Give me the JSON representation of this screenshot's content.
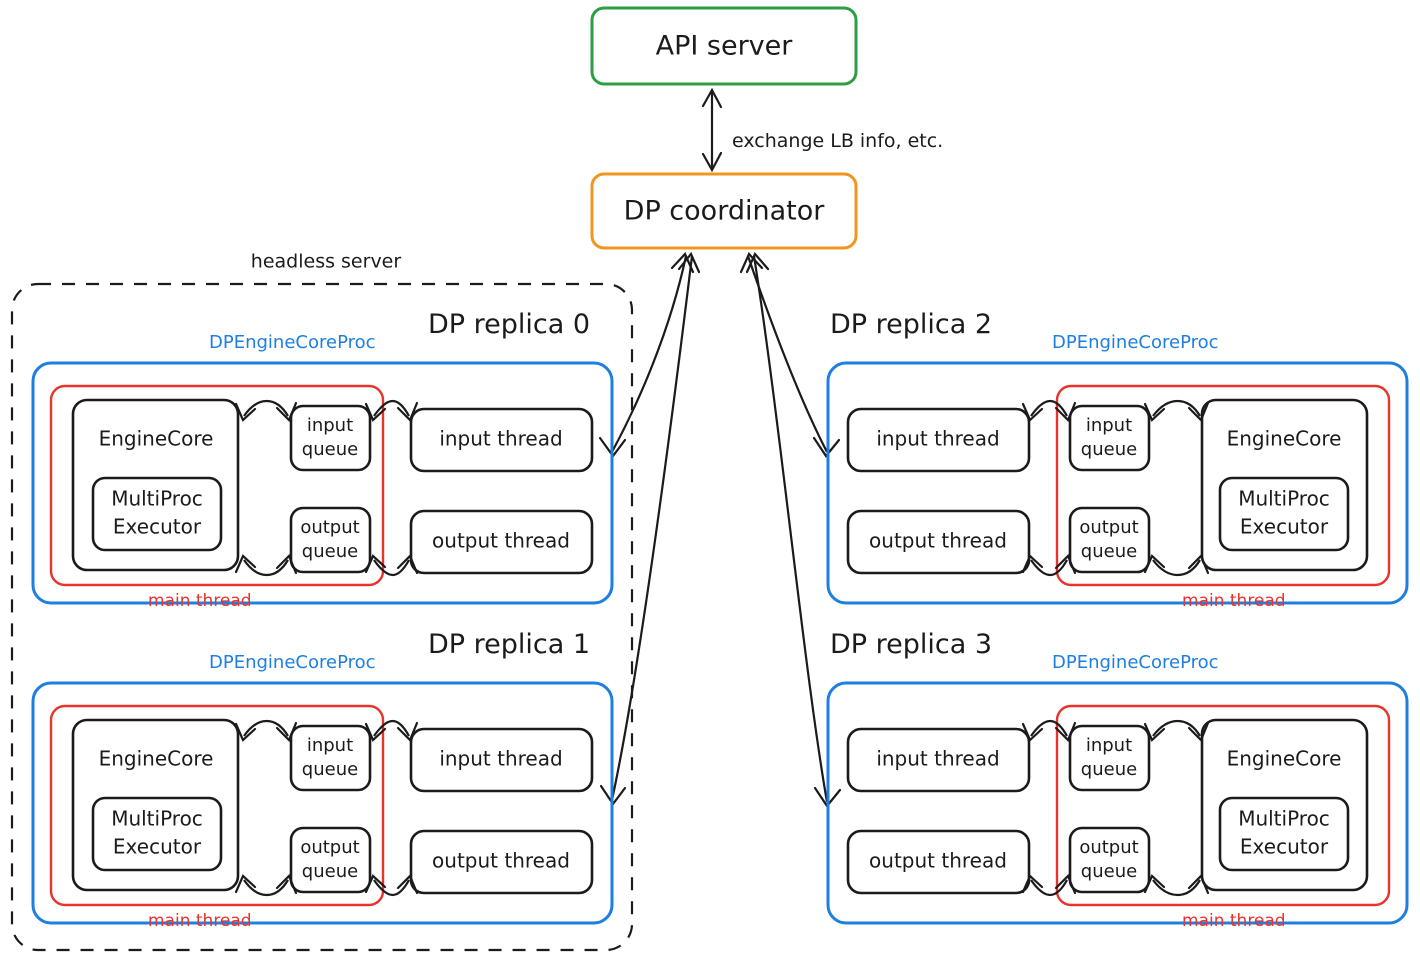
{
  "diagram": {
    "title_nodes": {
      "api_server": "API server",
      "dp_coordinator": "DP coordinator"
    },
    "edge_labels": {
      "coordinator_api": "exchange LB info, etc."
    },
    "group_labels": {
      "headless_server": "headless server"
    },
    "colors": {
      "api_server_border": "#2e9e43",
      "coordinator_border": "#f0961e",
      "process_border": "#1e7fe0",
      "main_thread_border": "#e8342a",
      "node_border": "#1b1b1b",
      "background": "#ffffff"
    },
    "common_labels": {
      "proc_label": "DPEngineCoreProc",
      "main_thread_label": "main thread",
      "engine_core": "EngineCore",
      "multiproc_executor_line1": "MultiProc",
      "multiproc_executor_line2": "Executor",
      "input_queue_line1": "input",
      "input_queue_line2": "queue",
      "output_queue_line1": "output",
      "output_queue_line2": "queue",
      "input_thread": "input thread",
      "output_thread": "output thread"
    },
    "replicas": [
      {
        "id": "replica-0",
        "title": "DP replica 0",
        "orientation": "left",
        "inside_headless_server": true
      },
      {
        "id": "replica-1",
        "title": "DP replica 1",
        "orientation": "left",
        "inside_headless_server": true
      },
      {
        "id": "replica-2",
        "title": "DP replica 2",
        "orientation": "right",
        "inside_headless_server": false
      },
      {
        "id": "replica-3",
        "title": "DP replica 3",
        "orientation": "right",
        "inside_headless_server": false
      }
    ]
  }
}
